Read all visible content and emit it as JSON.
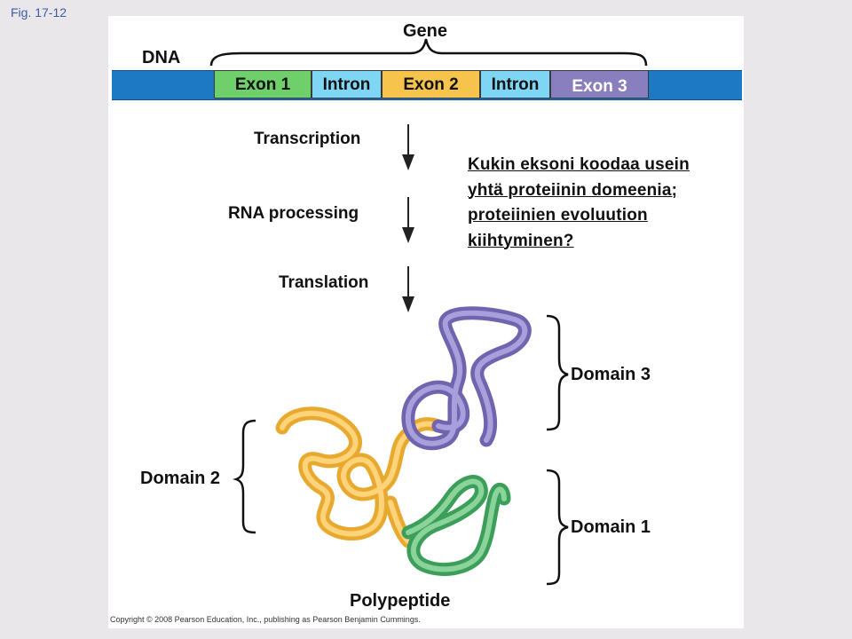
{
  "figure_label": "Fig. 17-12",
  "gene_title": "Gene",
  "dna_label": "DNA",
  "segments": [
    {
      "label": "Exon 1",
      "color": "#6fcf6b"
    },
    {
      "label": "Intron",
      "color": "#7fd6f4"
    },
    {
      "label": "Exon 2",
      "color": "#f6c44c"
    },
    {
      "label": "Intron",
      "color": "#7fd6f4"
    },
    {
      "label": "Exon 3",
      "color": "#8a7fbe"
    }
  ],
  "dna_bar_color": "#1d79c4",
  "steps": {
    "transcription": "Transcription",
    "rna_processing": "RNA processing",
    "translation": "Translation"
  },
  "note_lines": [
    "Kukin eksoni koodaa usein",
    "yhtä proteiinin domeenia;",
    "proteiinien evoluution",
    "kiihtyminen?"
  ],
  "domains": {
    "domain3": "Domain 3",
    "domain2": "Domain 2",
    "domain1": "Domain 1"
  },
  "polypeptide_label": "Polypeptide",
  "copyright": "Copyright © 2008 Pearson Education, Inc., publishing as Pearson Benjamin Cummings."
}
